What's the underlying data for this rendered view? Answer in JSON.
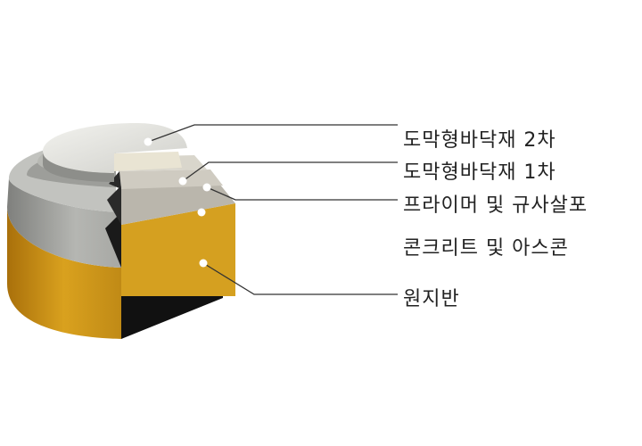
{
  "layers": [
    {
      "label": "도막형바닥재 2차"
    },
    {
      "label": "도막형바닥재 1차"
    },
    {
      "label": "프라이머 및 규사살포"
    },
    {
      "label": "콘크리트 및 아스콘"
    },
    {
      "label": "원지반"
    }
  ],
  "colors": {
    "ground": "#c8901a",
    "concrete": "#b8b5ae",
    "coat1": "#d7d3c8",
    "coat2": "#e8e5dc",
    "line": "#333333"
  }
}
